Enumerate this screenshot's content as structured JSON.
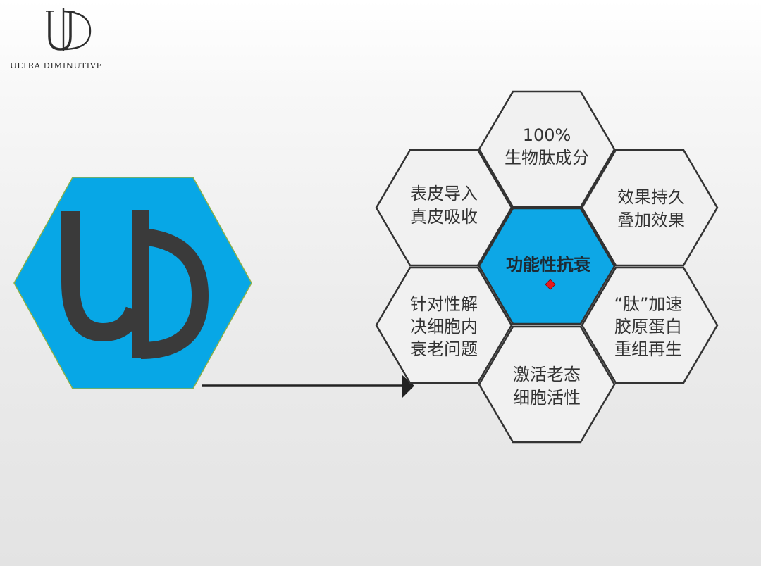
{
  "brand": {
    "monogram": "UD",
    "wordmark": "ULTRA DIMINUTIVE"
  },
  "diagram": {
    "center": {
      "label": "功能性抗衰"
    },
    "cells": {
      "top": [
        "100%",
        "生物肽成分"
      ],
      "upper_left": [
        "表皮导入",
        "真皮吸收"
      ],
      "upper_right": [
        "效果持久",
        "叠加效果"
      ],
      "lower_left": [
        "针对性解",
        "决细胞内",
        "衰老问题"
      ],
      "lower_right": [
        "“肽”加速",
        "胶原蛋白",
        "重组再生"
      ],
      "bottom": [
        "激活老态",
        "细胞活性"
      ]
    }
  },
  "colors": {
    "accent_blue": "#07a7e6",
    "logo_gray": "#3a3a3a",
    "outline": "#333333",
    "marker_red": "#e8191c"
  },
  "icons": {
    "arrow": "arrow-right-icon",
    "marker": "diamond-marker-icon"
  }
}
